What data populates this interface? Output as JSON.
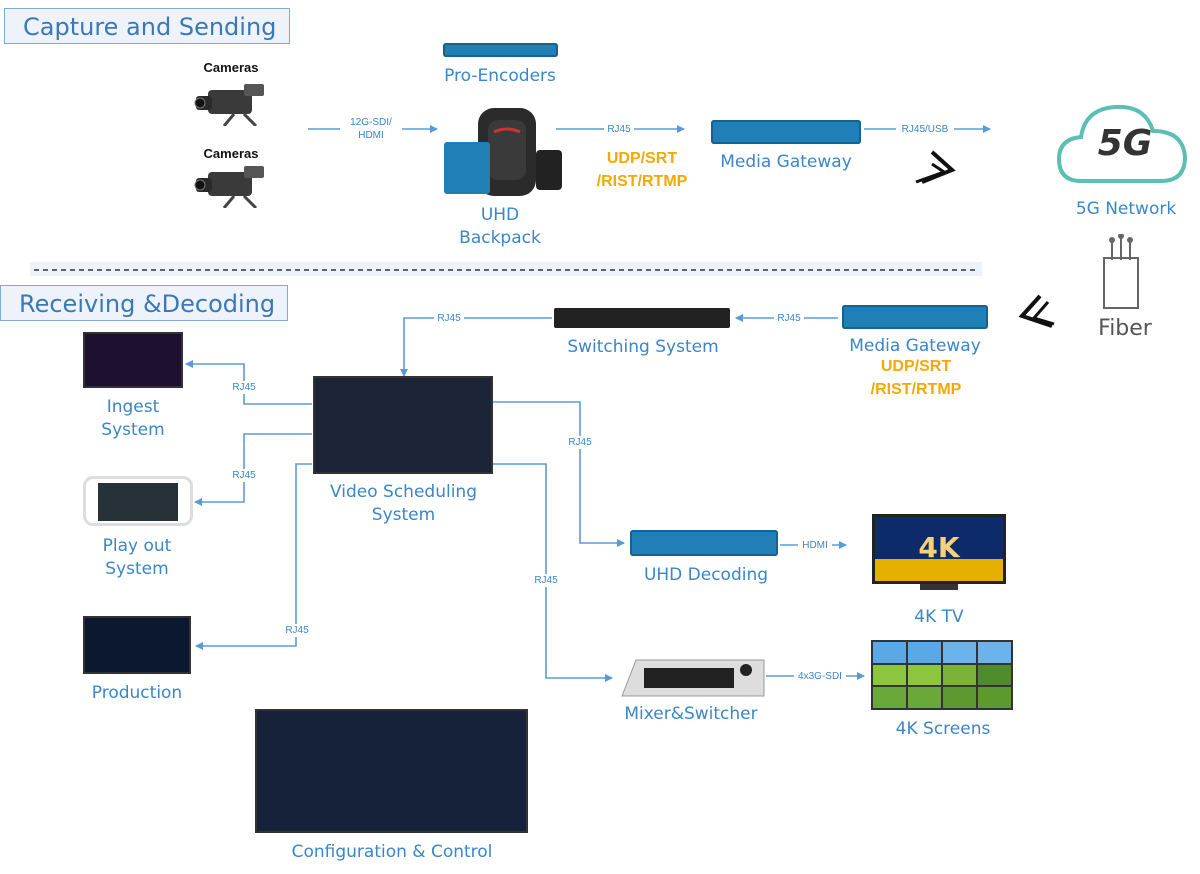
{
  "sections": {
    "capture_title": "Capture and Sending",
    "receive_title": "Receiving &Decoding"
  },
  "capture": {
    "camera1_label": "Cameras",
    "camera2_label": "Cameras",
    "sdi_label": "12G-SDI/\nHDMI",
    "encoders_label": "Pro-Encoders",
    "backpack_label": "UHD\nBackpack",
    "rj45_label": "RJ45",
    "protocols": "UDP/SRT\n/RIST/RTMP",
    "gateway_label": "Media Gateway",
    "rj45usb_label": "RJ45/USB",
    "network_label": "5G Network",
    "cloud_text": "5G",
    "fiber_label": "Fiber"
  },
  "receive": {
    "gateway_label": "Media Gateway",
    "protocols": "UDP/SRT\n/RIST/RTMP",
    "switching_label": "Switching System",
    "rj45_a": "RJ45",
    "rj45_b": "RJ45",
    "scheduling_label": "Video Scheduling\nSystem",
    "ingest_label": "Ingest\nSystem",
    "playout_label": "Play out\nSystem",
    "production_label": "Production",
    "rj45_ingest": "RJ45",
    "rj45_playout": "RJ45",
    "rj45_production": "RJ45",
    "rj45_decoding": "RJ45",
    "rj45_mixer": "RJ45",
    "decoding_label": "UHD Decoding",
    "hdmi_label": "HDMI",
    "tv_label": "4K TV",
    "tv_text": "4K",
    "mixer_label": "Mixer&Switcher",
    "sdi4_label": "4x3G-SDI",
    "screens_label": "4K Screens",
    "config_label": "Configuration & Control"
  },
  "colors": {
    "line": "#5b9bd5",
    "label": "#3a86c8",
    "protocol": "#f5a800",
    "device": "#1f7fb6"
  }
}
